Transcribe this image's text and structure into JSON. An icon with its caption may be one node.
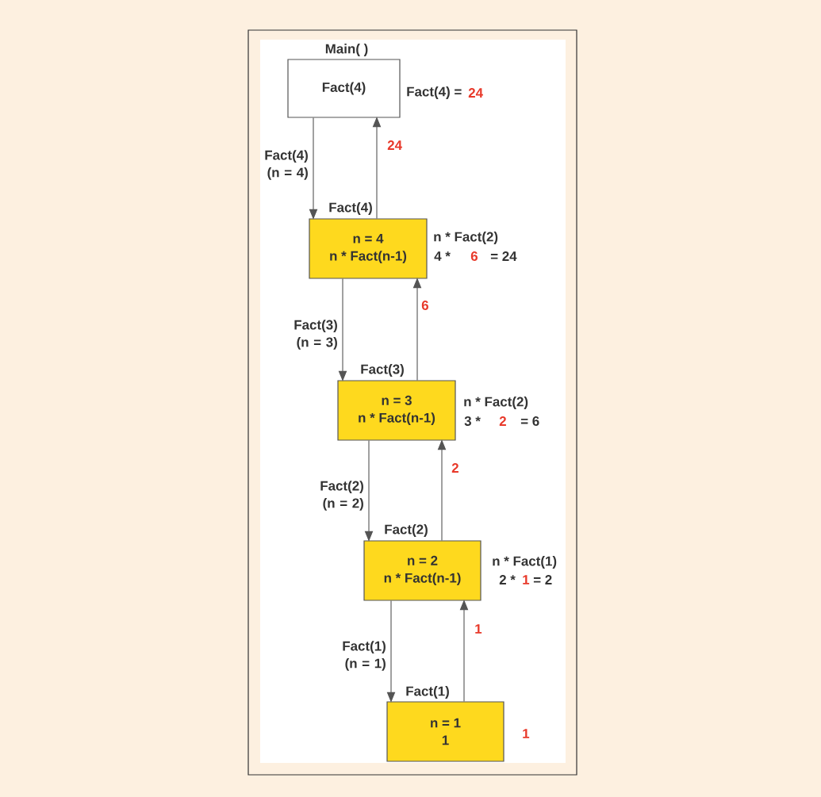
{
  "diagram": {
    "nodes": [
      {
        "text": [
          "Main( )",
          "Fact(4)"
        ],
        "beside": [
          "Fact(4) =",
          "24"
        ]
      },
      {
        "text": [
          "Fact(4)",
          "n = 4",
          "n * Fact(n-1)"
        ],
        "beside": [
          "n * Fact(2)",
          "4 *",
          "6",
          "= 24"
        ]
      },
      {
        "text": [
          "Fact(3)",
          "n = 3",
          "n * Fact(n-1)"
        ],
        "beside": [
          "n * Fact(2)",
          "3 *",
          "2",
          "= 6"
        ]
      },
      {
        "text": [
          "Fact(2)",
          "n = 2",
          "n * Fact(n-1)"
        ],
        "beside": [
          "n * Fact(1)",
          "2 *",
          "1",
          "= 2"
        ]
      },
      {
        "text": [
          "Fact(1)",
          "n = 1",
          "1"
        ],
        "beside": [
          "1"
        ]
      }
    ],
    "edges": [
      {
        "from": 0,
        "to": 1,
        "arrow": "to",
        "label": "Fact(4) (n = 4)"
      },
      {
        "from": 1,
        "to": 0,
        "arrow": "to",
        "label": "24"
      },
      {
        "from": 1,
        "to": 2,
        "arrow": "to",
        "label": "Fact(3) (n = 3)"
      },
      {
        "from": 2,
        "to": 1,
        "arrow": "to",
        "label": "6"
      },
      {
        "from": 2,
        "to": 3,
        "arrow": "to",
        "label": "Fact(2) (n = 2)"
      },
      {
        "from": 3,
        "to": 2,
        "arrow": "to",
        "label": "2"
      },
      {
        "from": 3,
        "to": 4,
        "arrow": "to",
        "label": "Fact(1) (n = 1)"
      },
      {
        "from": 4,
        "to": 3,
        "arrow": "to",
        "label": "1"
      }
    ]
  }
}
